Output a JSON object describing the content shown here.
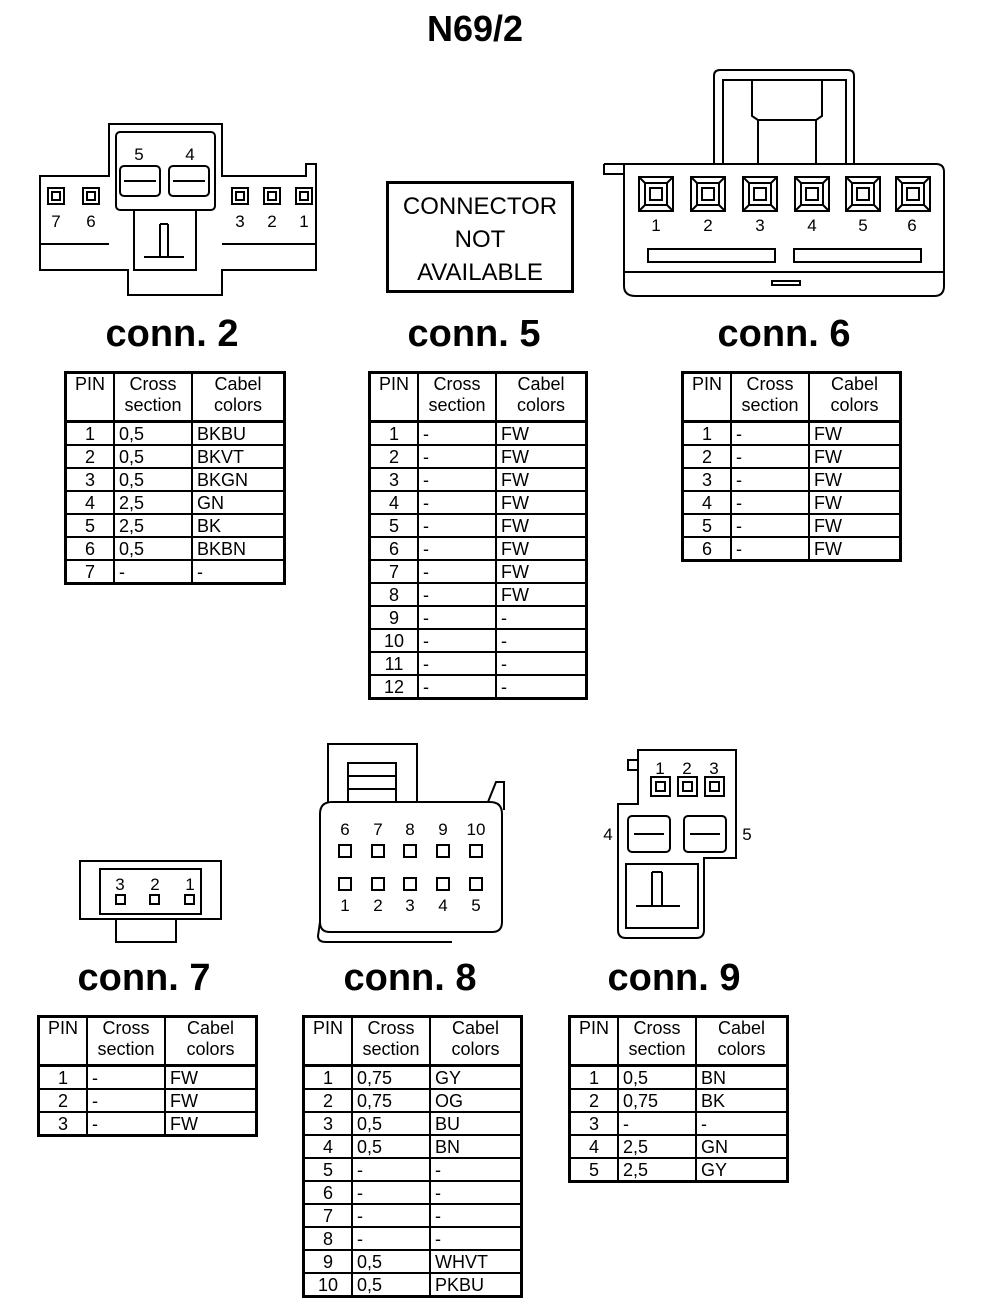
{
  "title": "N69/2",
  "headers": {
    "pin": "PIN",
    "cross": [
      "Cross",
      "section"
    ],
    "colors": [
      "Cabel",
      "colors"
    ]
  },
  "not_available": [
    "CONNECTOR",
    "NOT",
    "AVAILABLE"
  ],
  "connectors": [
    {
      "label": "conn. 2",
      "pin_numbers": [
        "5",
        "4",
        "7",
        "6",
        "3",
        "2",
        "1"
      ],
      "rows": [
        [
          "1",
          "0,5",
          "BKBU"
        ],
        [
          "2",
          "0,5",
          "BKVT"
        ],
        [
          "3",
          "0,5",
          "BKGN"
        ],
        [
          "4",
          "2,5",
          "GN"
        ],
        [
          "5",
          "2,5",
          "BK"
        ],
        [
          "6",
          "0,5",
          "BKBN"
        ],
        [
          "7",
          "-",
          "-"
        ]
      ]
    },
    {
      "label": "conn. 5",
      "rows": [
        [
          "1",
          "-",
          "FW"
        ],
        [
          "2",
          "-",
          "FW"
        ],
        [
          "3",
          "-",
          "FW"
        ],
        [
          "4",
          "-",
          "FW"
        ],
        [
          "5",
          "-",
          "FW"
        ],
        [
          "6",
          "-",
          "FW"
        ],
        [
          "7",
          "-",
          "FW"
        ],
        [
          "8",
          "-",
          "FW"
        ],
        [
          "9",
          "-",
          "-"
        ],
        [
          "10",
          "-",
          "-"
        ],
        [
          "11",
          "-",
          "-"
        ],
        [
          "12",
          "-",
          "-"
        ]
      ]
    },
    {
      "label": "conn. 6",
      "pin_numbers": [
        "1",
        "2",
        "3",
        "4",
        "5",
        "6"
      ],
      "rows": [
        [
          "1",
          "-",
          "FW"
        ],
        [
          "2",
          "-",
          "FW"
        ],
        [
          "3",
          "-",
          "FW"
        ],
        [
          "4",
          "-",
          "FW"
        ],
        [
          "5",
          "-",
          "FW"
        ],
        [
          "6",
          "-",
          "FW"
        ]
      ]
    },
    {
      "label": "conn. 7",
      "pin_numbers": [
        "3",
        "2",
        "1"
      ],
      "rows": [
        [
          "1",
          "-",
          "FW"
        ],
        [
          "2",
          "-",
          "FW"
        ],
        [
          "3",
          "-",
          "FW"
        ]
      ]
    },
    {
      "label": "conn. 8",
      "pin_numbers": [
        "6",
        "7",
        "8",
        "9",
        "10",
        "1",
        "2",
        "3",
        "4",
        "5"
      ],
      "rows": [
        [
          "1",
          "0,75",
          "GY"
        ],
        [
          "2",
          "0,75",
          "OG"
        ],
        [
          "3",
          "0,5",
          "BU"
        ],
        [
          "4",
          "0,5",
          "BN"
        ],
        [
          "5",
          "-",
          "-"
        ],
        [
          "6",
          "-",
          "-"
        ],
        [
          "7",
          "-",
          "-"
        ],
        [
          "8",
          "-",
          "-"
        ],
        [
          "9",
          "0,5",
          "WHVT"
        ],
        [
          "10",
          "0,5",
          "PKBU"
        ]
      ]
    },
    {
      "label": "conn. 9",
      "pin_numbers": [
        "1",
        "2",
        "3",
        "4",
        "5"
      ],
      "rows": [
        [
          "1",
          "0,5",
          "BN"
        ],
        [
          "2",
          "0,75",
          "BK"
        ],
        [
          "3",
          "-",
          "-"
        ],
        [
          "4",
          "2,5",
          "GN"
        ],
        [
          "5",
          "2,5",
          "GY"
        ]
      ]
    }
  ]
}
